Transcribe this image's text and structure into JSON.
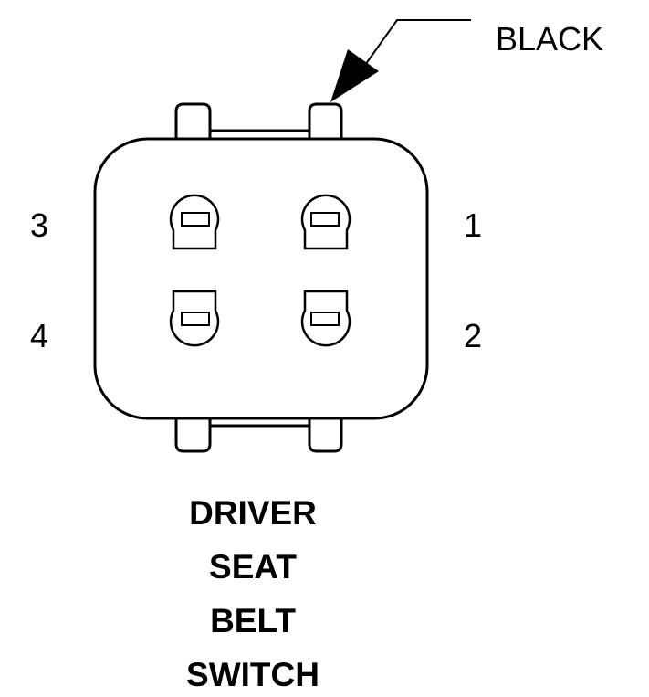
{
  "wire_color_label": "BLACK",
  "pins": {
    "p1": "1",
    "p2": "2",
    "p3": "3",
    "p4": "4"
  },
  "title_lines": [
    "DRIVER",
    "SEAT",
    "BELT",
    "SWITCH"
  ],
  "colors": {
    "stroke": "#000000",
    "background": "#ffffff"
  }
}
